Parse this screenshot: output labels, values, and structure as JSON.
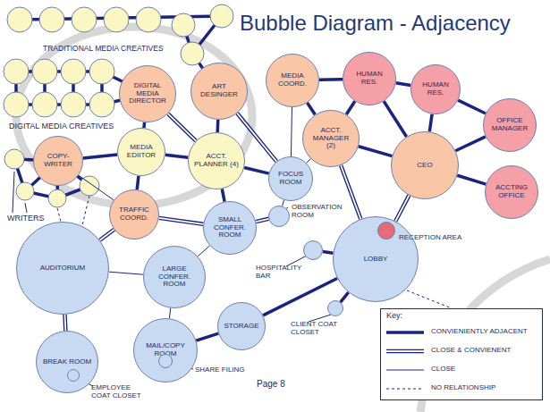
{
  "diagram": {
    "title": "Bubble Diagram - Adjacency",
    "nodes": [
      {
        "text": [
          "DIGITAL MEDIA DIRECTOR"
        ]
      },
      {
        "text": [
          "ART DESINGER"
        ]
      },
      {
        "text": [
          "MEDIA COORD."
        ]
      },
      {
        "text": [
          "HUMAN RES."
        ]
      },
      {
        "text": [
          "HUMAN RES."
        ]
      },
      {
        "text": [
          "OFFICE MANAGER"
        ]
      },
      {
        "text": [
          "COPY-WRITER"
        ]
      },
      {
        "text": [
          "MEDIA EDIITOR"
        ]
      },
      {
        "text": [
          "ACCT. PLANNER (4)"
        ]
      },
      {
        "text": [
          "ACCT. MANAGER (2)"
        ]
      },
      {
        "text": [
          "CEO"
        ]
      },
      {
        "text": [
          "FOCUS ROOM"
        ]
      },
      {
        "text": [
          "ACCTING OFFICE"
        ]
      },
      {
        "text": [
          "TRAFFIC COORD."
        ]
      },
      {
        "text": [
          "SMALL CONFER. ROOM"
        ]
      },
      {
        "text": [
          "OBSERVATION ROOM"
        ]
      },
      {
        "text": [
          "AUDITORIUM"
        ]
      },
      {
        "text": [
          "LARGE CONFER. ROOM"
        ]
      },
      {
        "text": [
          "HOSPITALITY BAR"
        ]
      },
      {
        "text": [
          "LOBBY"
        ]
      },
      {
        "text": [
          "RECEPTION AREA"
        ],
        "in": 19
      },
      {
        "text": [
          "CLIENT COAT CLOSET"
        ]
      },
      {
        "text": [
          "BREAK ROOM"
        ]
      },
      {
        "text": [
          "EMPLOYEE COAT CLOSET"
        ],
        "in": 22
      },
      {
        "text": [
          "MAIL/COPY ROOM"
        ]
      },
      {
        "text": [
          "SHARE FILING"
        ],
        "in": 24
      },
      {
        "text": [
          "STORAGE"
        ]
      }
    ],
    "edges": [
      {
        "from": 0,
        "to": 7,
        "arrow": "none"
      },
      {
        "from": 0,
        "to": 8,
        "arrow": "none"
      },
      {
        "from": 1,
        "to": 8,
        "arrow": "none"
      },
      {
        "from": 1,
        "to": 11,
        "arrow": "none"
      },
      {
        "from": 2,
        "to": 11,
        "arrow": "none"
      },
      {
        "from": 2,
        "to": 9,
        "arrow": "none"
      },
      {
        "from": 2,
        "to": 3,
        "arrow": "none"
      },
      {
        "from": 3,
        "to": 4,
        "arrow": "none"
      },
      {
        "from": 3,
        "to": 9,
        "arrow": "none"
      },
      {
        "from": 3,
        "to": 10,
        "arrow": "none"
      },
      {
        "from": 4,
        "to": 10,
        "arrow": "none"
      },
      {
        "from": 4,
        "to": 5,
        "arrow": "none"
      },
      {
        "from": 5,
        "to": 10,
        "arrow": "none"
      },
      {
        "from": 10,
        "to": 12,
        "arrow": "none"
      },
      {
        "from": 9,
        "to": 10,
        "arrow": "none"
      },
      {
        "from": 9,
        "to": 11,
        "arrow": "none"
      },
      {
        "from": 9,
        "to": 19,
        "arrow": "none"
      },
      {
        "from": 10,
        "to": 19,
        "arrow": "none"
      },
      {
        "from": 8,
        "to": 11,
        "arrow": "none"
      },
      {
        "from": 8,
        "to": 14,
        "arrow": "none"
      },
      {
        "from": 7,
        "to": 8,
        "arrow": "none"
      },
      {
        "from": 6,
        "to": 7,
        "arrow": "none"
      },
      {
        "from": 7,
        "to": 13,
        "arrow": "none"
      },
      {
        "from": 6,
        "to": 13,
        "arrow": "none"
      },
      {
        "from": 13,
        "to": 14,
        "arrow": "none"
      },
      {
        "from": 13,
        "to": 16,
        "arrow": "none"
      },
      {
        "from": 14,
        "to": 15,
        "arrow": "none"
      },
      {
        "from": 11,
        "to": 15,
        "arrow": "none"
      },
      {
        "from": 14,
        "to": 17,
        "arrow": "none"
      },
      {
        "from": 16,
        "to": 17,
        "arrow": "none"
      },
      {
        "from": 16,
        "to": 22,
        "arrow": "none"
      },
      {
        "from": 17,
        "to": 24,
        "arrow": "none"
      },
      {
        "from": 24,
        "to": 26,
        "arrow": "none"
      },
      {
        "from": 26,
        "to": 19,
        "arrow": "none"
      },
      {
        "from": 18,
        "to": 19,
        "arrow": "none"
      },
      {
        "from": 21,
        "to": 19,
        "arrow": "none"
      }
    ],
    "labels": [
      "TRADITIONAL MEDIA CREATIVES",
      "DIGITAL MEDIA CREATIVES",
      "WRITERS",
      "Key:",
      "Page 8"
    ],
    "legend": [
      {
        "text": "CONVIENIENTLY ADJACENT"
      },
      {
        "text": "CLOSE & CONVIENENT"
      },
      {
        "text": "CLOSE"
      },
      {
        "text": "NO RELATIONSHIP"
      }
    ]
  }
}
